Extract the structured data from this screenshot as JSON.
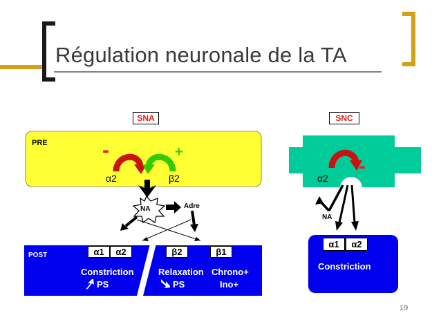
{
  "slide": {
    "title": "Régulation neuronale de la TA",
    "page_number": "19",
    "colors": {
      "gold": "#d4a017",
      "yellow": "#ffff33",
      "teal": "#00cc99",
      "blue": "#0000ee",
      "red": "#e0201c",
      "green": "#33cc00"
    }
  },
  "diagram": {
    "sna": {
      "tag": "SNA",
      "pre_label": "PRE",
      "minus_sign": "-",
      "plus_sign": "+",
      "receptor_a2": "α2",
      "receptor_b2": "β2",
      "na_label": "NA",
      "adre_label": "Adre",
      "post_label": "POST",
      "post_receptors": [
        "α1",
        "α2",
        "β2",
        "β1"
      ],
      "constriction": "Constriction",
      "constriction_ps": "PS",
      "relaxation": "Relaxation",
      "relaxation_ps": "PS",
      "chrono": "Chrono+",
      "ino": "Ino+"
    },
    "snc": {
      "tag": "SNC",
      "minus_sign": "-",
      "receptor_a2": "α2",
      "na_label": "NA",
      "post_receptors": [
        "α1",
        "α2"
      ],
      "constriction": "Constriction"
    }
  }
}
